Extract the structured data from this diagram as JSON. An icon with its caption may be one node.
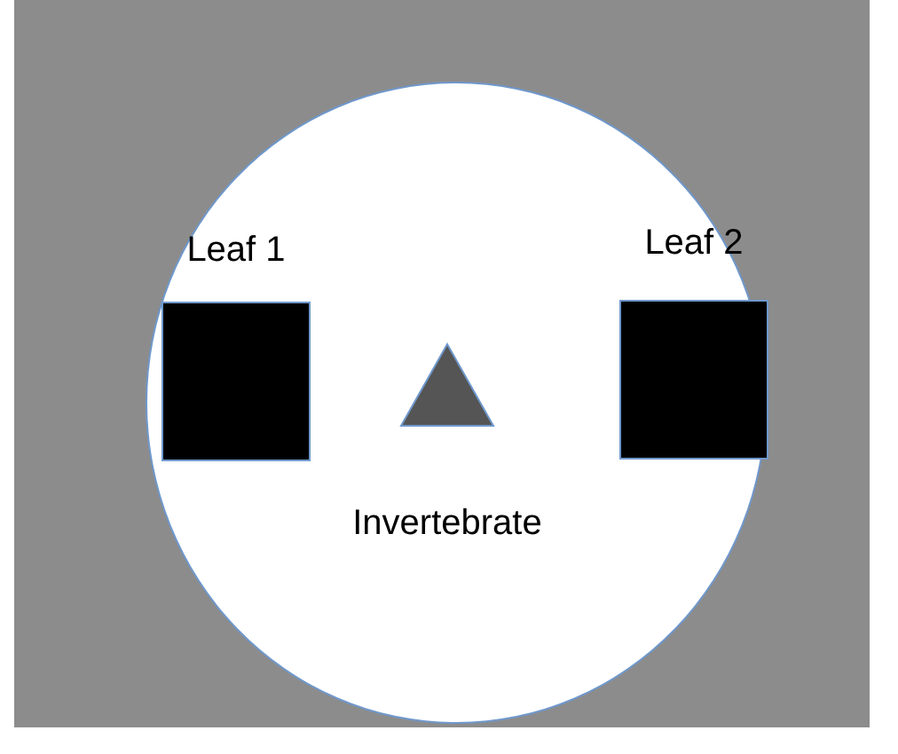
{
  "diagram": {
    "nodes": [
      {
        "text": [],
        "shape": "circle"
      },
      {
        "text": [
          "Leaf 1"
        ],
        "in": 0
      },
      {
        "text": [
          "Invertebrate"
        ],
        "in": 0
      },
      {
        "text": [
          "Leaf 2"
        ],
        "in": 0
      }
    ]
  }
}
